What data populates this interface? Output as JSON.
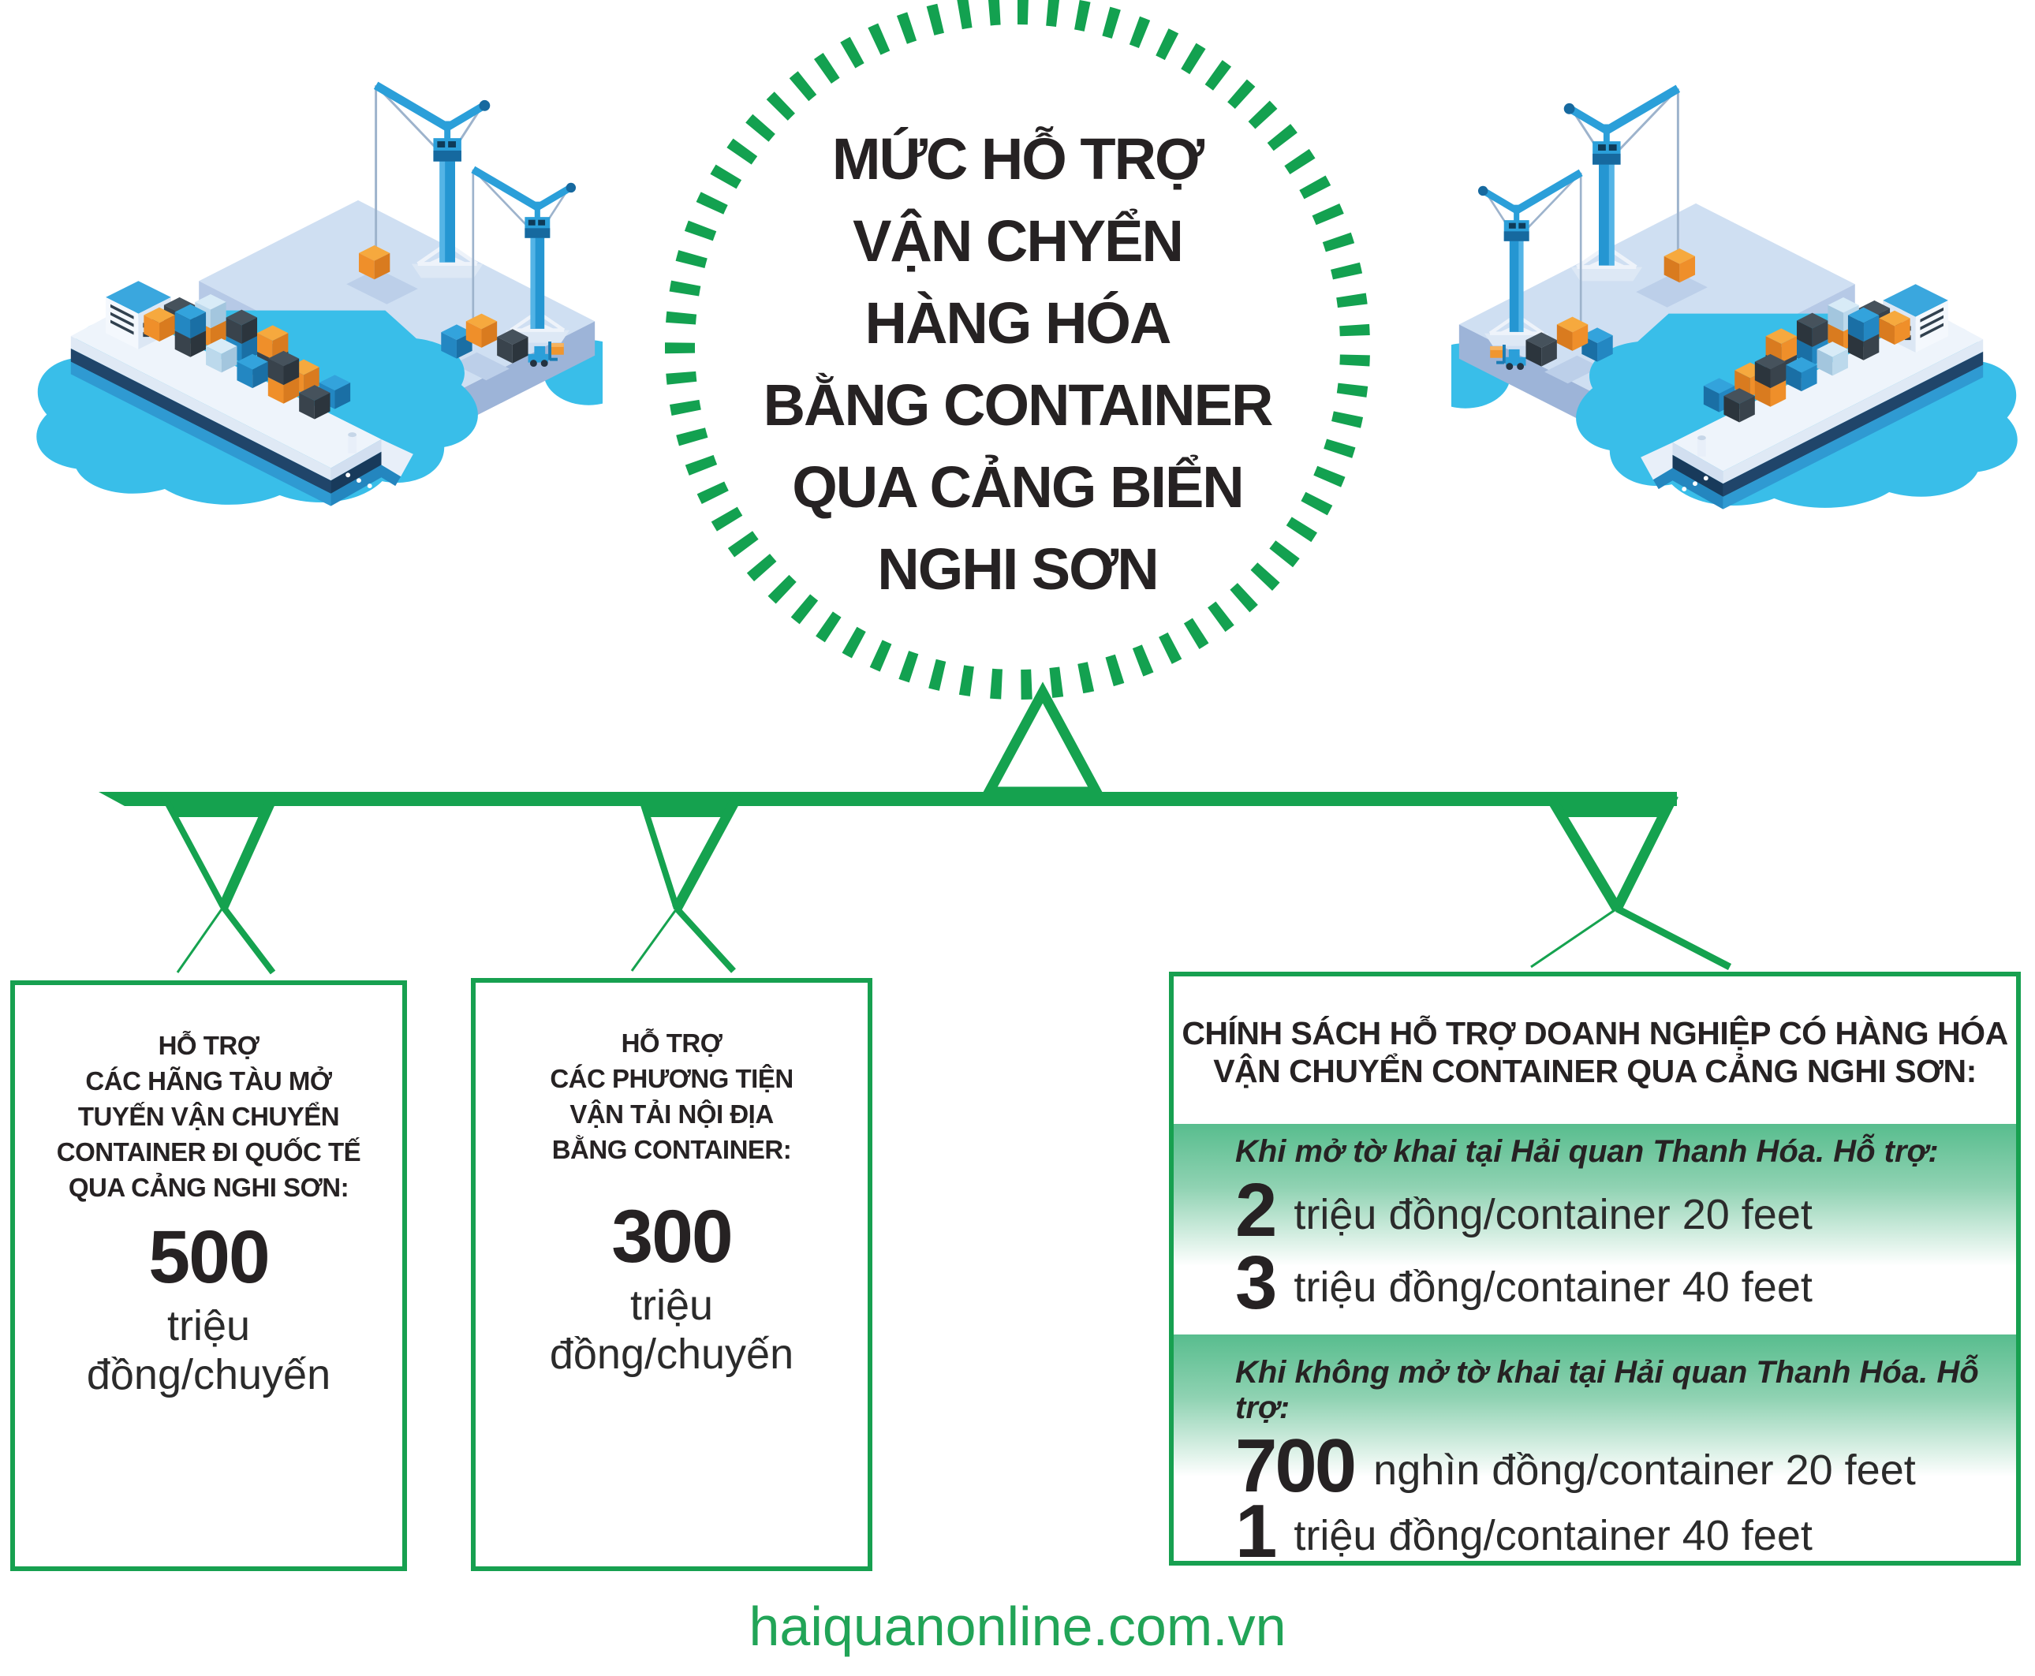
{
  "title_circle": {
    "lines": [
      "MỨC HỖ TRỢ",
      "VẬN CHYỂN",
      "HÀNG HÓA",
      "BẰNG CONTAINER",
      "QUA CẢNG BIỂN",
      "NGHI SƠN"
    ]
  },
  "boxes": {
    "shipping_lines": {
      "heading_lines": [
        "HỖ TRỢ",
        "CÁC HÃNG TÀU MỞ",
        "TUYẾN VẬN CHUYỂN",
        "CONTAINER ĐI QUỐC TẾ",
        "QUA CẢNG NGHI SƠN:"
      ],
      "amount": "500",
      "unit_lines": [
        "triệu",
        "đồng/chuyến"
      ]
    },
    "domestic_transport": {
      "heading_lines": [
        "HỖ TRỢ",
        "CÁC PHƯƠNG TIỆN",
        "VẬN TẢI NỘI ĐỊA",
        "BẰNG CONTAINER:"
      ],
      "amount": "300",
      "unit_lines": [
        "triệu",
        "đồng/chuyến"
      ]
    },
    "enterprise_policy": {
      "heading_lines": [
        "CHÍNH SÁCH HỖ TRỢ DOANH NGHIỆP CÓ HÀNG HÓA",
        "VẬN CHUYỂN CONTAINER QUA CẢNG NGHI SƠN:"
      ],
      "cases": [
        {
          "label": "Khi mở tờ khai tại Hải quan Thanh Hóa. Hỗ trợ:",
          "rows": [
            {
              "amount": "2",
              "text": "triệu đồng/container 20 feet"
            },
            {
              "amount": "3",
              "text": "triệu đồng/container 40 feet"
            }
          ]
        },
        {
          "label": "Khi không mở tờ khai tại Hải quan Thanh Hóa. Hỗ trợ:",
          "rows": [
            {
              "amount": "700",
              "text": "nghìn đồng/container 20 feet"
            },
            {
              "amount": "1",
              "text": "triệu đồng/container 40 feet"
            }
          ]
        }
      ]
    }
  },
  "footer": {
    "website": "haiquanonline.com.vn"
  },
  "colors": {
    "accent_green": "#17a050",
    "band_green": "#58bd8e",
    "footer_green": "#21a457",
    "water_blue": "#39bee9",
    "crane_blue": "#2b9fd9",
    "container_orange": "#f6a93e",
    "text_black": "#262223"
  }
}
